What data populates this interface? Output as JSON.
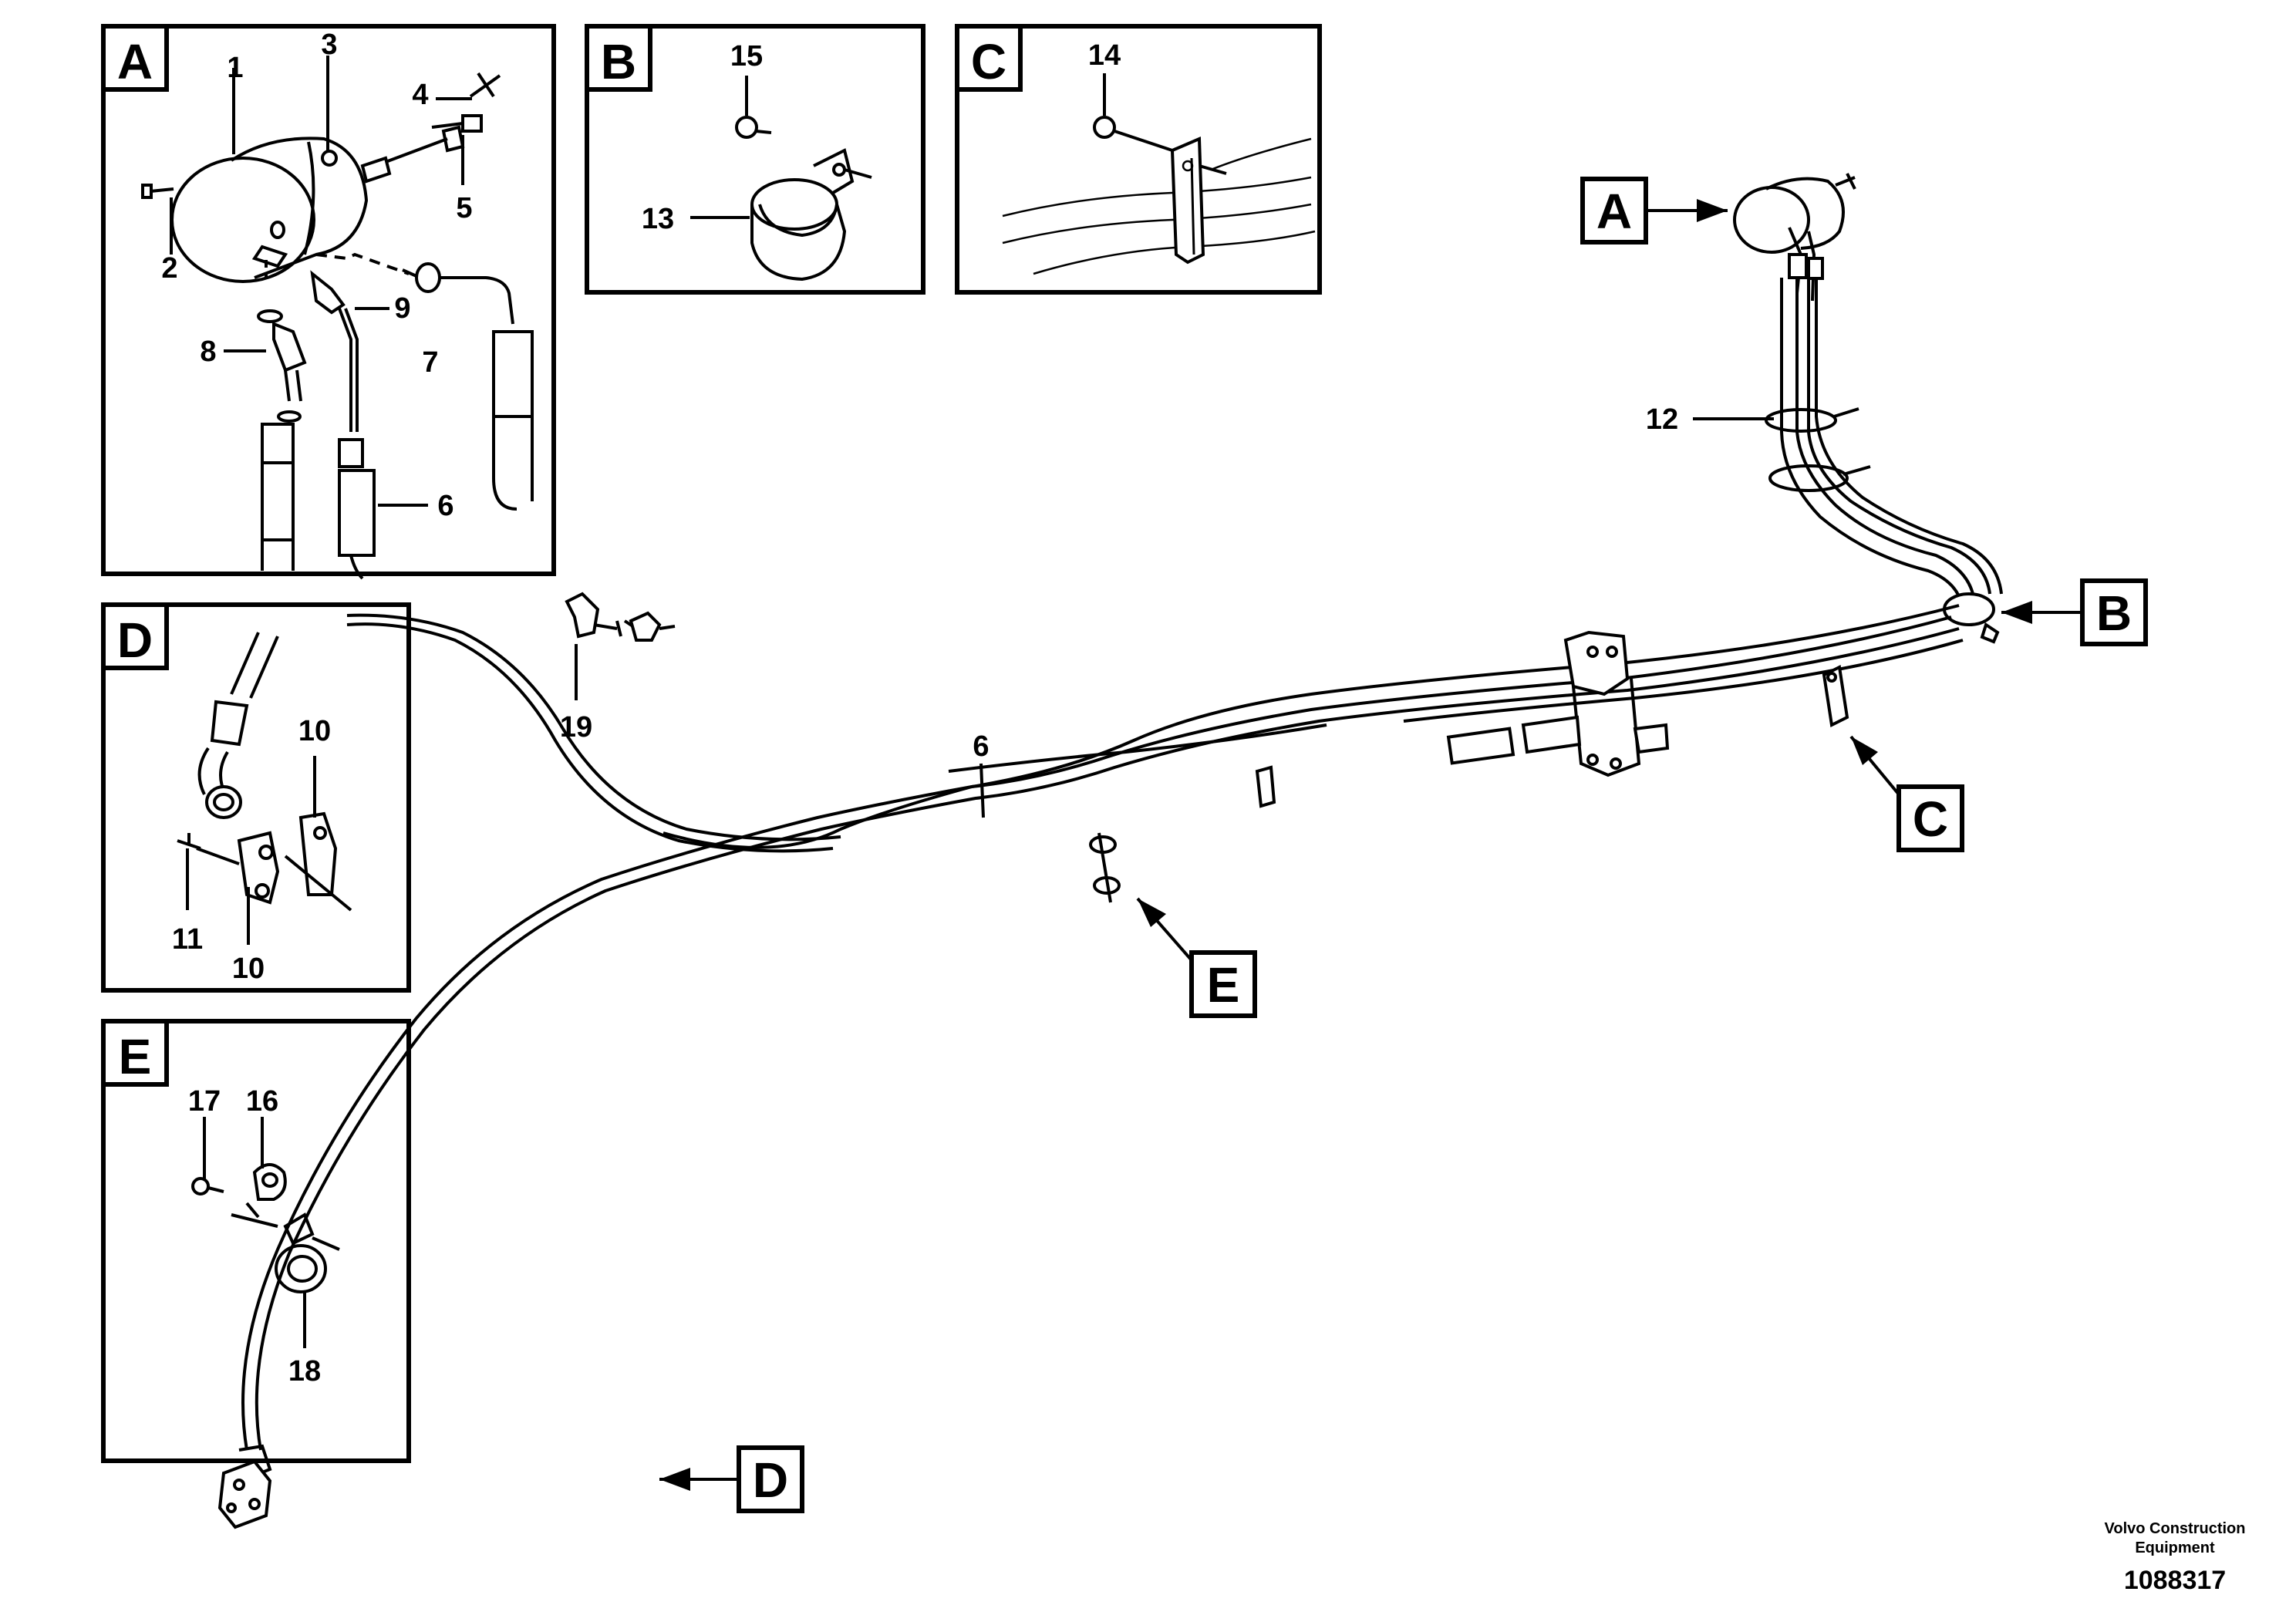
{
  "detail_panels": [
    {
      "key": "A",
      "label": "A"
    },
    {
      "key": "B",
      "label": "B"
    },
    {
      "key": "C",
      "label": "C"
    },
    {
      "key": "D",
      "label": "D"
    },
    {
      "key": "E",
      "label": "E"
    }
  ],
  "main_callouts": [
    {
      "key": "A",
      "label": "A"
    },
    {
      "key": "B",
      "label": "B"
    },
    {
      "key": "C",
      "label": "C"
    },
    {
      "key": "D",
      "label": "D"
    },
    {
      "key": "E",
      "label": "E"
    }
  ],
  "part_numbers": {
    "p1": "1",
    "p2": "2",
    "p3": "3",
    "p4": "4",
    "p5": "5",
    "p6": "6",
    "p7": "7",
    "p8": "8",
    "p9": "9",
    "p10": "10",
    "p11": "11",
    "p12": "12",
    "p13": "13",
    "p14": "14",
    "p15": "15",
    "p16": "16",
    "p17": "17",
    "p18": "18",
    "p19": "19"
  },
  "footer": {
    "company_line1": "Volvo Construction",
    "company_line2": "Equipment",
    "drawing_number": "1088317"
  }
}
